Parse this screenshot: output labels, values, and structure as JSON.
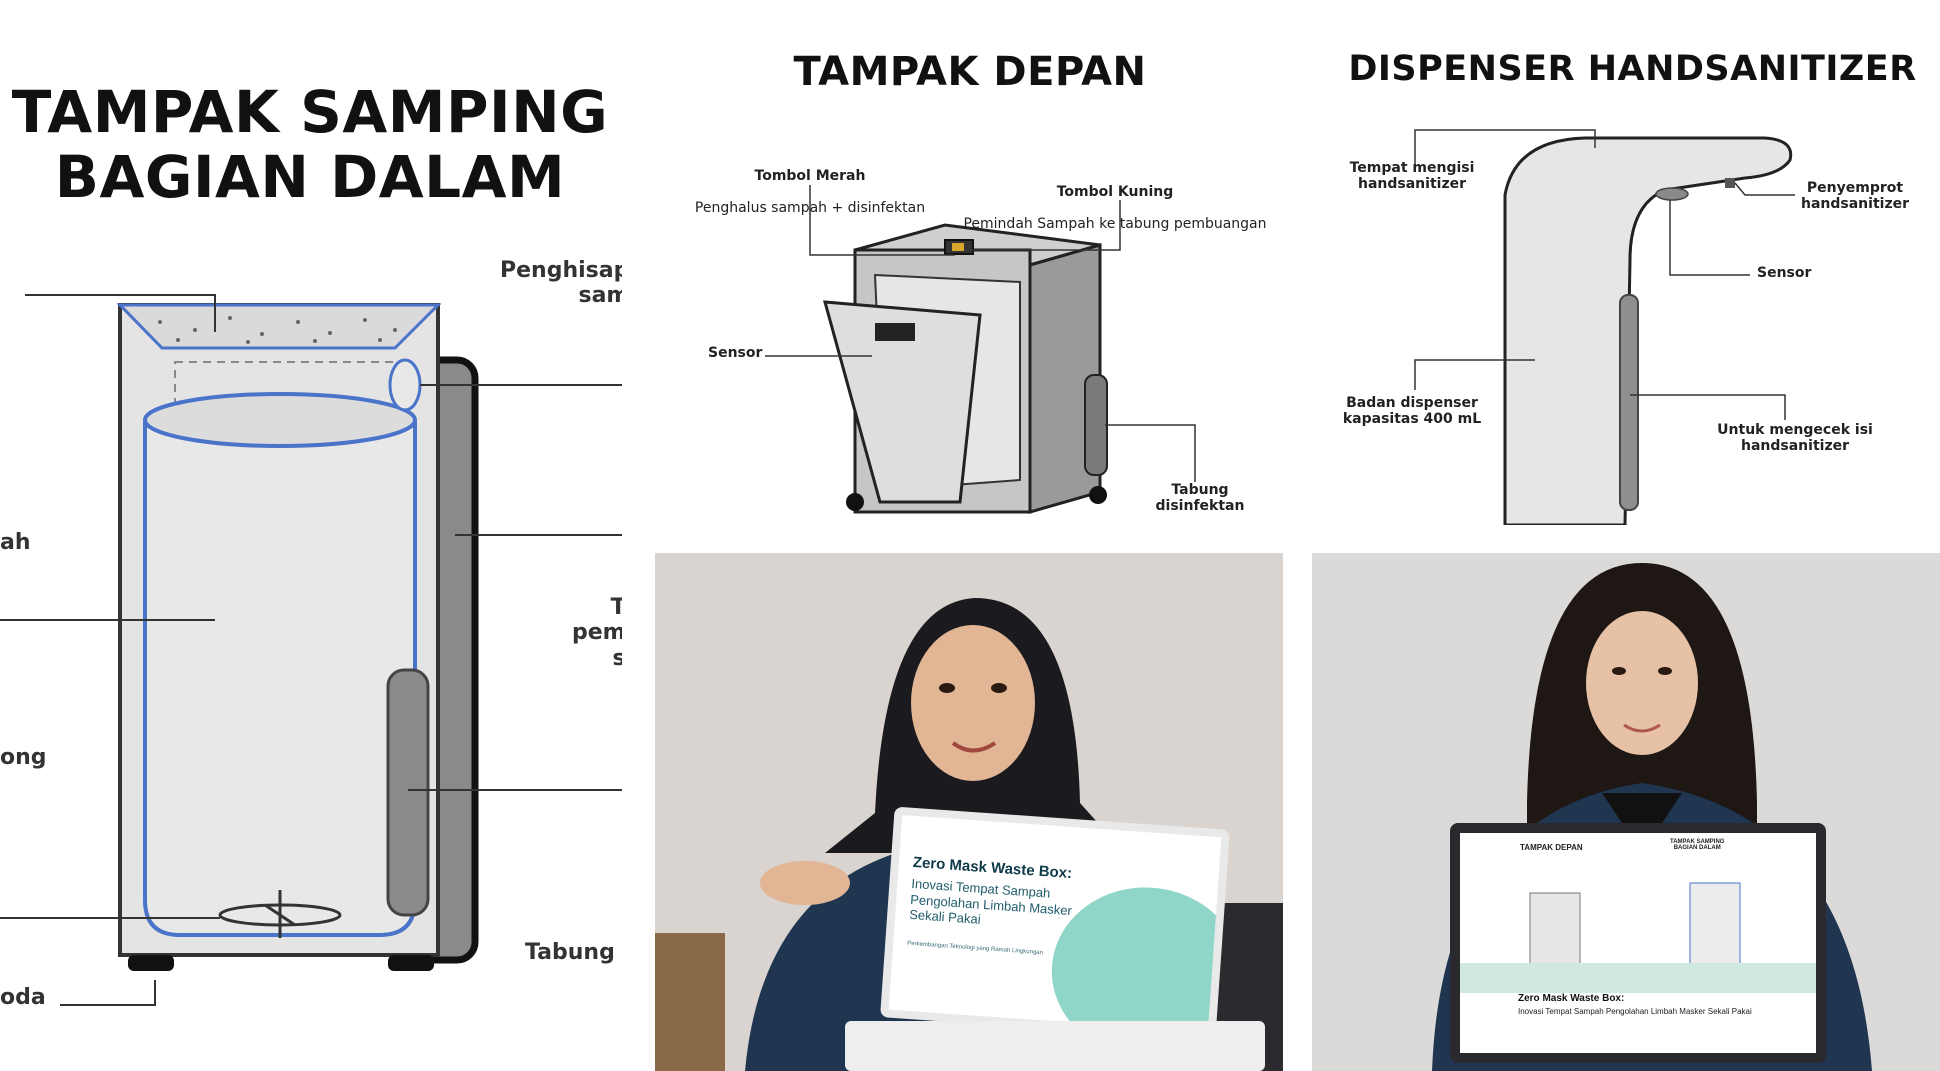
{
  "side_view": {
    "title": "TAMPAK SAMPING\nBAGIAN DALAM",
    "labels": {
      "top_right": "Penghisap\nsam",
      "mid_right": "T\npem\ns",
      "bottom_right": "Tabung",
      "left_1": "ah",
      "left_2": "ong",
      "left_3": "oda"
    }
  },
  "front_view": {
    "title": "TAMPAK DEPAN",
    "red_button_title": "Tombol Merah",
    "red_button_desc": "Penghalus sampah + disinfektan",
    "yellow_button_title": "Tombol Kuning",
    "yellow_button_desc": "Pemindah Sampah ke tabung pembuangan",
    "sensor_label": "Sensor",
    "tube_label": "Tabung\ndisinfektan"
  },
  "dispenser": {
    "title": "DISPENSER HANDSANITIZER",
    "fill_label": "Tempat mengisi\nhandsanitizer",
    "sprayer_label": "Penyemprot\nhandsanitizer",
    "sensor_label": "Sensor",
    "body_label": "Badan dispenser\nkapasitas 400 mL",
    "check_label": "Untuk mengecek isi\nhandsanitizer"
  },
  "photo_left": {
    "slide_title": "Zero Mask Waste Box:",
    "slide_subtitle": "Inovasi Tempat Sampah\nPengolahan Limbah Masker\nSekali Pakai",
    "slide_tagline": "Perkembangan Teknologi yang Ramah Lingkungan"
  },
  "photo_right": {
    "slide_heading_left": "TAMPAK DEPAN",
    "slide_heading_right": "TAMPAK SAMPING\nBAGIAN DALAM",
    "slide_title": "Zero Mask Waste Box:",
    "slide_subtitle": "Inovasi Tempat Sampah Pengolahan Limbah Masker Sekali Pakai"
  },
  "colors": {
    "bin_fill": "#e4e4e4",
    "bin_stroke": "#333333",
    "inner_blue": "#4a74c9",
    "gray_tube": "#8a8a8a",
    "jacket_navy": "#1f3550",
    "hijab_black": "#1b1b1f",
    "wall_left": "#d9d4cf",
    "wall_right": "#dcdad8",
    "slide_teal": "#8fd6c8"
  }
}
